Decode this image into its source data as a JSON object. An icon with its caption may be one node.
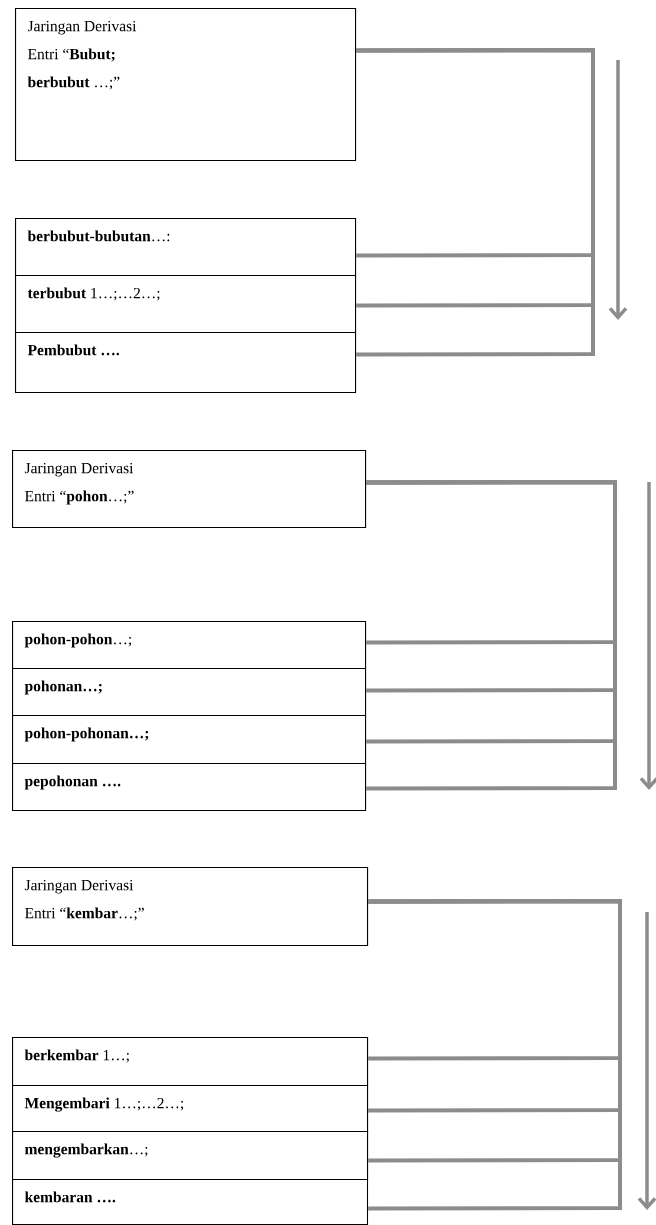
{
  "diagram": {
    "nodes": [
      {
        "text": [
          "Jaringan Derivasi",
          "Entri “**Bubut;**",
          "**berbubut** …;”"
        ]
      },
      {
        "text": [
          "**berbubut-bubutan**…:"
        ]
      },
      {
        "text": [
          "**terbubut** 1…;…2…;"
        ]
      },
      {
        "text": [
          "**Pembubut ….**"
        ]
      },
      {
        "text": [
          "Jaringan Derivasi",
          "Entri “**pohon**…;”"
        ]
      },
      {
        "text": [
          "**pohon-pohon**…;"
        ]
      },
      {
        "text": [
          "**pohonan…;**"
        ]
      },
      {
        "text": [
          "**pohon-pohonan…;**"
        ]
      },
      {
        "text": [
          "**pepohonan ….**"
        ]
      },
      {
        "text": [
          "Jaringan Derivasi",
          "Entri “**kembar**…;”"
        ]
      },
      {
        "text": [
          "**berkembar** 1…;"
        ]
      },
      {
        "text": [
          "**Mengembari** 1…;…2…;"
        ]
      },
      {
        "text": [
          "**mengembarkan**…;"
        ]
      },
      {
        "text": [
          "**kembaran ….**"
        ]
      }
    ],
    "edges": [
      {
        "from": 0,
        "to": 1,
        "arrow": "none"
      },
      {
        "from": 0,
        "to": 2,
        "arrow": "none"
      },
      {
        "from": 0,
        "to": 3,
        "arrow": "none"
      },
      {
        "from": 4,
        "to": 5,
        "arrow": "none"
      },
      {
        "from": 4,
        "to": 6,
        "arrow": "none"
      },
      {
        "from": 4,
        "to": 7,
        "arrow": "none"
      },
      {
        "from": 4,
        "to": 8,
        "arrow": "none"
      },
      {
        "from": 9,
        "to": 10,
        "arrow": "none"
      },
      {
        "from": 9,
        "to": 11,
        "arrow": "none"
      },
      {
        "from": 9,
        "to": 12,
        "arrow": "none"
      },
      {
        "from": 9,
        "to": 13,
        "arrow": "none"
      }
    ]
  }
}
